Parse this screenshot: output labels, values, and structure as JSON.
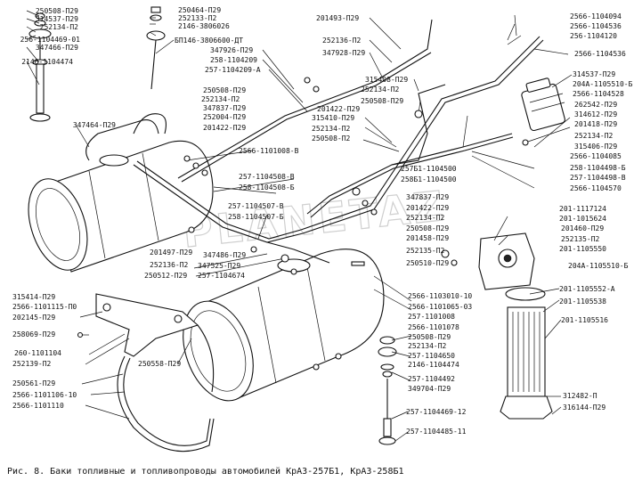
{
  "caption": "Рис. 8. Баки топливные и топливопроводы автомобилей КрАЗ-257Б1, КрАЗ-258Б1",
  "watermark": "PLANETAZ",
  "callouts": [
    {
      "id": "c01",
      "text": "250508-П29"
    },
    {
      "id": "c02",
      "text": "314537-П29"
    },
    {
      "id": "c03",
      "text": "252134-П2"
    },
    {
      "id": "c04",
      "text": "256-1104469-01"
    },
    {
      "id": "c05",
      "text": "347466-П29"
    },
    {
      "id": "c06",
      "text": "2146-1104474"
    },
    {
      "id": "c07",
      "text": "347464-П29"
    },
    {
      "id": "c08",
      "text": "250464-П29"
    },
    {
      "id": "c09",
      "text": "252133-П2"
    },
    {
      "id": "c10",
      "text": "2146-3806026"
    },
    {
      "id": "c11",
      "text": "БП146-3806600-ДТ"
    },
    {
      "id": "c12",
      "text": "347926-П29"
    },
    {
      "id": "c13",
      "text": "258-1104209"
    },
    {
      "id": "c14",
      "text": "257-1104209-А"
    },
    {
      "id": "c15",
      "text": "250508-П29"
    },
    {
      "id": "c16",
      "text": "252134-П2"
    },
    {
      "id": "c17",
      "text": "347837-П29"
    },
    {
      "id": "c18",
      "text": "252004-П29"
    },
    {
      "id": "c19",
      "text": "201422-П29"
    },
    {
      "id": "c20",
      "text": "201493-П29"
    },
    {
      "id": "c21",
      "text": "252136-П2"
    },
    {
      "id": "c22",
      "text": "347928-П29"
    },
    {
      "id": "c23",
      "text": "315408-П29"
    },
    {
      "id": "c24",
      "text": "252134-П2"
    },
    {
      "id": "c25",
      "text": "201422-П29"
    },
    {
      "id": "c26",
      "text": "250508-П29"
    },
    {
      "id": "c27",
      "text": "315410-П29"
    },
    {
      "id": "c28",
      "text": "252134-П2"
    },
    {
      "id": "c29",
      "text": "250508-П2"
    },
    {
      "id": "c30",
      "text": "2566-1104094"
    },
    {
      "id": "c31",
      "text": "2566-1104536"
    },
    {
      "id": "c32",
      "text": "256-1104120"
    },
    {
      "id": "c33",
      "text": "2566-1104536"
    },
    {
      "id": "c34",
      "text": "314537-П29"
    },
    {
      "id": "c35",
      "text": "204А-1105510-Б"
    },
    {
      "id": "c36",
      "text": "2566-1104528"
    },
    {
      "id": "c37",
      "text": "262542-П29"
    },
    {
      "id": "c38",
      "text": "314612-П29"
    },
    {
      "id": "c39",
      "text": "201418-П29"
    },
    {
      "id": "c40",
      "text": "252134-П2"
    },
    {
      "id": "c41",
      "text": "315406-П29"
    },
    {
      "id": "c42",
      "text": "2566-1104085"
    },
    {
      "id": "c43",
      "text": "258-1104498-Б"
    },
    {
      "id": "c44",
      "text": "257-1104498-В"
    },
    {
      "id": "c45",
      "text": "2566-1104570"
    },
    {
      "id": "c46",
      "text": "2566-1101008-В"
    },
    {
      "id": "c47",
      "text": "257-1104508-В"
    },
    {
      "id": "c48",
      "text": "258-1104508-Б"
    },
    {
      "id": "c49",
      "text": "257Б1-1104500"
    },
    {
      "id": "c50",
      "text": "258Б1-1104500"
    },
    {
      "id": "c51",
      "text": "347837-П29"
    },
    {
      "id": "c52",
      "text": "201422-П29"
    },
    {
      "id": "c53",
      "text": "252134-П2"
    },
    {
      "id": "c54",
      "text": "250508-П29"
    },
    {
      "id": "c55",
      "text": "201458-П29"
    },
    {
      "id": "c56",
      "text": "250510-П29"
    },
    {
      "id": "c57",
      "text": "252135-П2"
    },
    {
      "id": "c58",
      "text": "257-1104507-В"
    },
    {
      "id": "c59",
      "text": "258-1104507-Б"
    },
    {
      "id": "c60",
      "text": "201497-П29"
    },
    {
      "id": "c61",
      "text": "347486-П29"
    },
    {
      "id": "c62",
      "text": "252136-П2"
    },
    {
      "id": "c63",
      "text": "347525-П29"
    },
    {
      "id": "c64",
      "text": "250512-П29"
    },
    {
      "id": "c65",
      "text": "257-1104674"
    },
    {
      "id": "c66",
      "text": "201-1117124"
    },
    {
      "id": "c67",
      "text": "201-1015624"
    },
    {
      "id": "c68",
      "text": "201460-П29"
    },
    {
      "id": "c69",
      "text": "252135-П2"
    },
    {
      "id": "c70",
      "text": "201-1105550"
    },
    {
      "id": "c71",
      "text": "204А-1105510-Б"
    },
    {
      "id": "c72",
      "text": "201-1105552-А"
    },
    {
      "id": "c73",
      "text": "201-1105538"
    },
    {
      "id": "c74",
      "text": "201-1105516"
    },
    {
      "id": "c75",
      "text": "315414-П29"
    },
    {
      "id": "c76",
      "text": "2566-1101115-П0"
    },
    {
      "id": "c77",
      "text": "202145-П29"
    },
    {
      "id": "c78",
      "text": "258069-П29"
    },
    {
      "id": "c79",
      "text": "260-1101104"
    },
    {
      "id": "c80",
      "text": "252139-П2"
    },
    {
      "id": "c81",
      "text": "250558-П29"
    },
    {
      "id": "c82",
      "text": "250561-П29"
    },
    {
      "id": "c83",
      "text": "2566-1101106-10"
    },
    {
      "id": "c84",
      "text": "2566-1101110"
    },
    {
      "id": "c85",
      "text": "2566-1103010-10"
    },
    {
      "id": "c86",
      "text": "2566-1101065-03"
    },
    {
      "id": "c87",
      "text": "257-1101008"
    },
    {
      "id": "c88",
      "text": "2566-1101078"
    },
    {
      "id": "c89",
      "text": "250508-П29"
    },
    {
      "id": "c90",
      "text": "252134-П2"
    },
    {
      "id": "c91",
      "text": "257-1104650"
    },
    {
      "id": "c92",
      "text": "2146-1104474"
    },
    {
      "id": "c93",
      "text": "257-1104492"
    },
    {
      "id": "c94",
      "text": "349704-П29"
    },
    {
      "id": "c95",
      "text": "257-1104469-12"
    },
    {
      "id": "c96",
      "text": "257-1104485-11"
    },
    {
      "id": "c97",
      "text": "312482-П"
    },
    {
      "id": "c98",
      "text": "316144-П29"
    }
  ]
}
